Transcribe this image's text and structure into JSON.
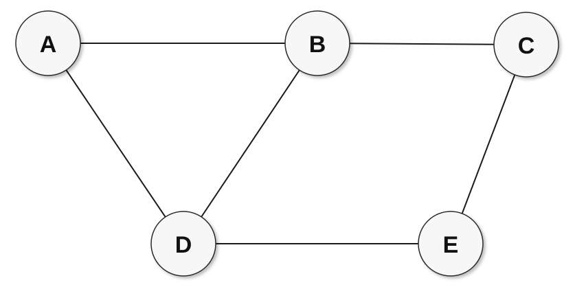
{
  "graph": {
    "nodes": [
      {
        "id": "A",
        "label": "A"
      },
      {
        "id": "B",
        "label": "B"
      },
      {
        "id": "C",
        "label": "C"
      },
      {
        "id": "D",
        "label": "D"
      },
      {
        "id": "E",
        "label": "E"
      }
    ],
    "edges": [
      {
        "from": "A",
        "to": "B"
      },
      {
        "from": "B",
        "to": "C"
      },
      {
        "from": "A",
        "to": "D"
      },
      {
        "from": "B",
        "to": "D"
      },
      {
        "from": "C",
        "to": "E"
      },
      {
        "from": "D",
        "to": "E"
      }
    ]
  }
}
